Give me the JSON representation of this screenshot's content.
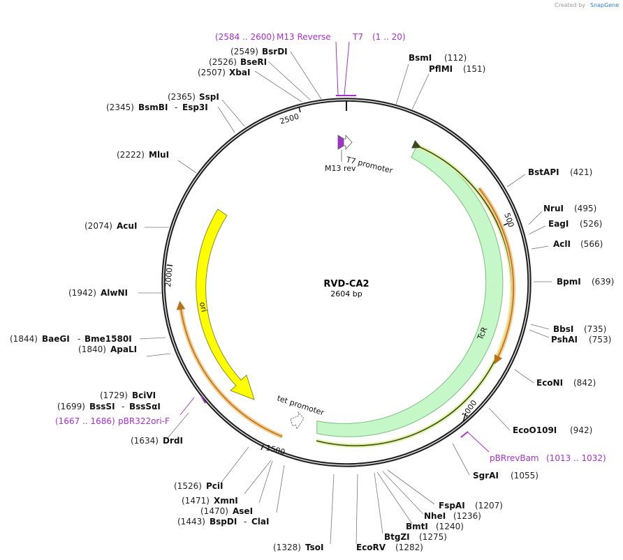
{
  "credit": {
    "created_by": "Created by",
    "brand": "SnapGene"
  },
  "plasmid": {
    "name": "RVD-CA2",
    "length_label": "2604 bp"
  },
  "features": {
    "tcr": "TcR",
    "ori": "ori",
    "t7_promoter": "T7 promoter",
    "m13_rev": "M13 rev",
    "tet_promoter": "tet promoter"
  },
  "ticks": {
    "t500": "500",
    "t1000": "1000",
    "t1500": "1500",
    "t2000": "2000",
    "t2500": "2500"
  },
  "primers": {
    "m13_reverse": {
      "range": "(2584 .. 2600)",
      "name": "M13 Reverse"
    },
    "t7": {
      "name": "T7",
      "range": "(1 .. 20)"
    },
    "pbrrevbam": {
      "name": "pBRrevBam",
      "range": "(1013 .. 1032)"
    },
    "pbr322ori_f": {
      "range": "(1667 .. 1686)",
      "name": "pBR322ori-F"
    }
  },
  "sites": {
    "bsrdi": {
      "pos": "(2549)",
      "name": "BsrDI"
    },
    "bseri": {
      "pos": "(2526)",
      "name": "BseRI"
    },
    "xbai": {
      "pos": "(2507)",
      "name": "XbaI"
    },
    "sspi": {
      "pos": "(2365)",
      "name": "SspI"
    },
    "bsmbi": {
      "pos": "(2345)",
      "name": "BsmBI",
      "iso": "Esp3I"
    },
    "mlui": {
      "pos": "(2222)",
      "name": "MluI"
    },
    "acui": {
      "pos": "(2074)",
      "name": "AcuI"
    },
    "alwni": {
      "pos": "(1942)",
      "name": "AlwNI"
    },
    "baegi": {
      "pos": "(1844)",
      "name": "BaeGI",
      "iso": "Bme1580I"
    },
    "apali": {
      "pos": "(1840)",
      "name": "ApaLI"
    },
    "bcivi": {
      "pos": "(1729)",
      "name": "BciVI"
    },
    "bsssi": {
      "pos": "(1699)",
      "name": "BssSI",
      "iso": "BssSαI"
    },
    "drdi": {
      "pos": "(1634)",
      "name": "DrdI"
    },
    "pcii": {
      "pos": "(1526)",
      "name": "PciI"
    },
    "xmni": {
      "pos": "(1471)",
      "name": "XmnI"
    },
    "asei": {
      "pos": "(1470)",
      "name": "AseI"
    },
    "bspdi": {
      "pos": "(1443)",
      "name": "BspDI",
      "iso": "ClaI"
    },
    "tsoi": {
      "pos": "(1328)",
      "name": "TsoI"
    },
    "ecorv": {
      "name": "EcoRV",
      "pos": "(1282)"
    },
    "btgzi": {
      "name": "BtgZI",
      "pos": "(1275)"
    },
    "bmti": {
      "name": "BmtI",
      "pos": "(1240)"
    },
    "nhei": {
      "name": "NheI",
      "pos": "(1236)"
    },
    "fspai": {
      "name": "FspAI",
      "pos": "(1207)"
    },
    "sgrai": {
      "name": "SgrAI",
      "pos": "(1055)"
    },
    "eco0109i": {
      "name": "EcoO109I",
      "pos": "(942)"
    },
    "econi": {
      "name": "EcoNI",
      "pos": "(842)"
    },
    "pshai": {
      "name": "PshAI",
      "pos": "(753)"
    },
    "bbsi": {
      "name": "BbsI",
      "pos": "(735)"
    },
    "bpmi": {
      "name": "BpmI",
      "pos": "(639)"
    },
    "acli": {
      "name": "AclI",
      "pos": "(566)"
    },
    "eagi": {
      "name": "EagI",
      "pos": "(526)"
    },
    "nrui": {
      "name": "NruI",
      "pos": "(495)"
    },
    "bstapi": {
      "name": "BstAPI",
      "pos": "(421)"
    },
    "pflmi": {
      "name": "PflMI",
      "pos": "(151)"
    },
    "bsmi": {
      "name": "BsmI",
      "pos": "(112)"
    }
  },
  "colors": {
    "tcr": "#c6f7c8",
    "ori": "#ffff00",
    "primer": "#a62fd1",
    "orf": "#f5c98a",
    "backbone": "#222222"
  }
}
